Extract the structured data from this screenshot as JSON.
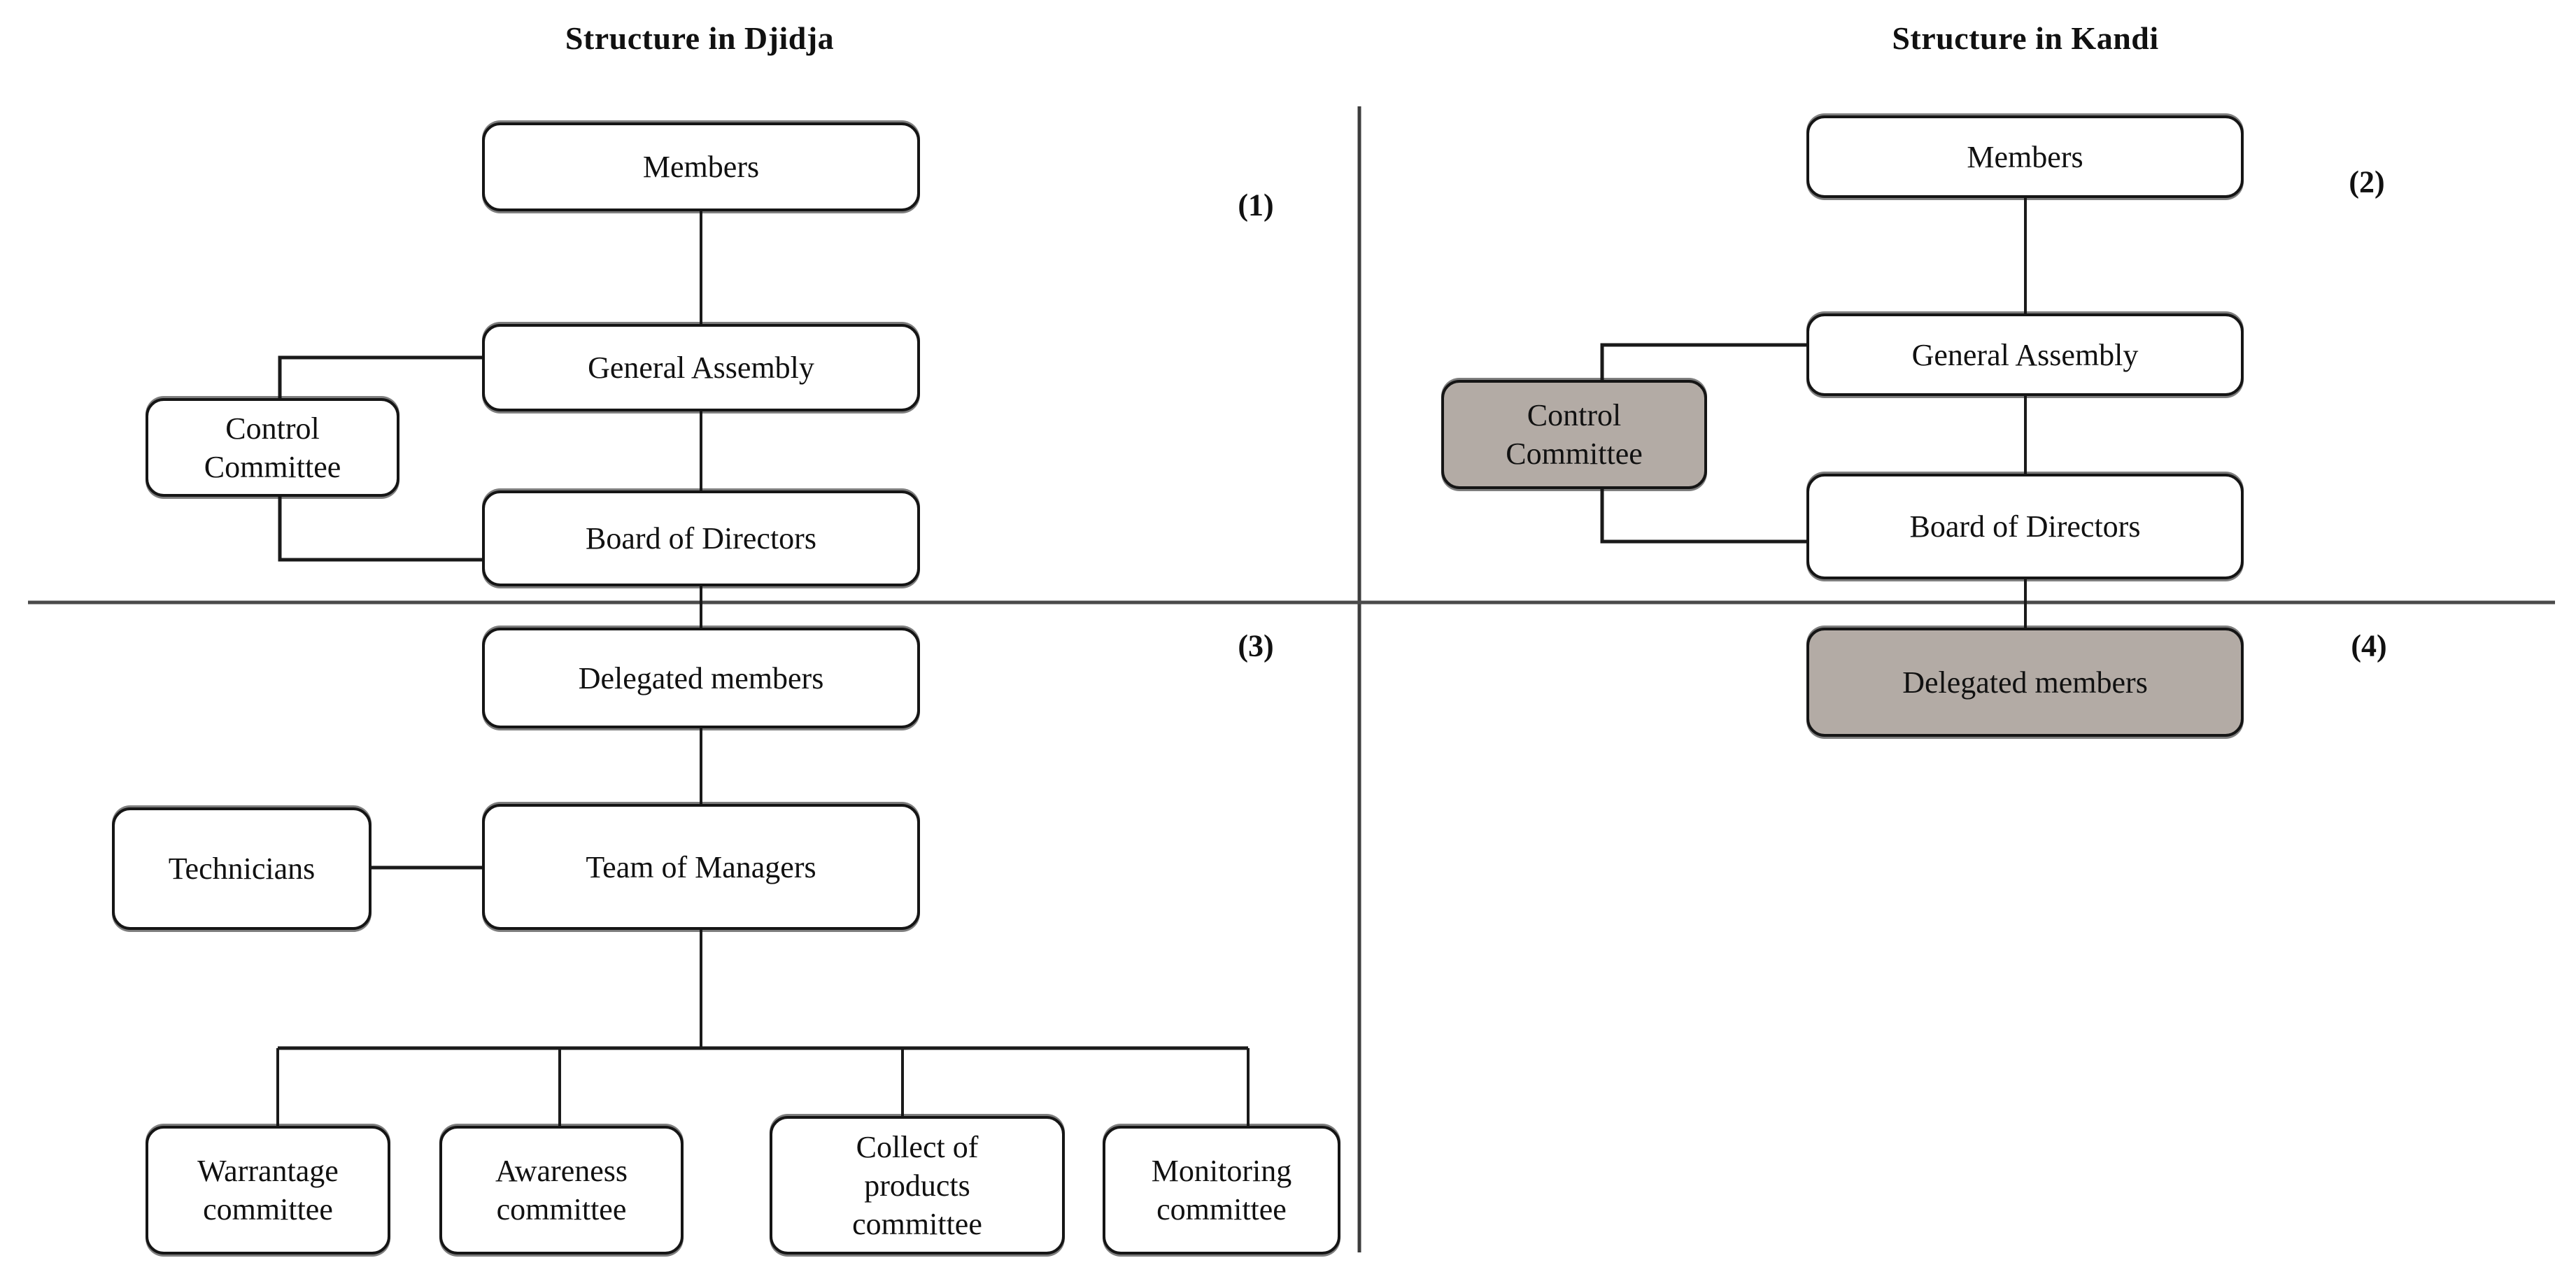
{
  "diagram": {
    "left": {
      "title": "Structure in Djidja",
      "quadrant_top_label": "(1)",
      "quadrant_bottom_label": "(3)",
      "nodes": {
        "members": "Members",
        "general_assembly": "General Assembly",
        "control_committee": "Control\nCommittee",
        "board_of_directors": "Board of Directors",
        "delegated_members": "Delegated members",
        "team_of_managers": "Team of Managers",
        "technicians": "Technicians",
        "warrantage_committee": "Warrantage\ncommittee",
        "awareness_committee": "Awareness\ncommittee",
        "collect_of_products_committee": "Collect of\nproducts\ncommittee",
        "monitoring_committee": "Monitoring\ncommittee"
      }
    },
    "right": {
      "title": "Structure in Kandi",
      "quadrant_top_label": "(2)",
      "quadrant_bottom_label": "(4)",
      "nodes": {
        "members": "Members",
        "general_assembly": "General Assembly",
        "control_committee": "Control\nCommittee",
        "board_of_directors": "Board of Directors",
        "delegated_members": "Delegated members"
      },
      "highlighted_nodes": [
        "control_committee",
        "delegated_members"
      ]
    },
    "colors": {
      "highlight_fill": "#b3aba5",
      "box_fill": "#ffffff",
      "box_border": "#151515",
      "connector": "#1a1a1a",
      "divider": "#4a4a4a"
    }
  }
}
